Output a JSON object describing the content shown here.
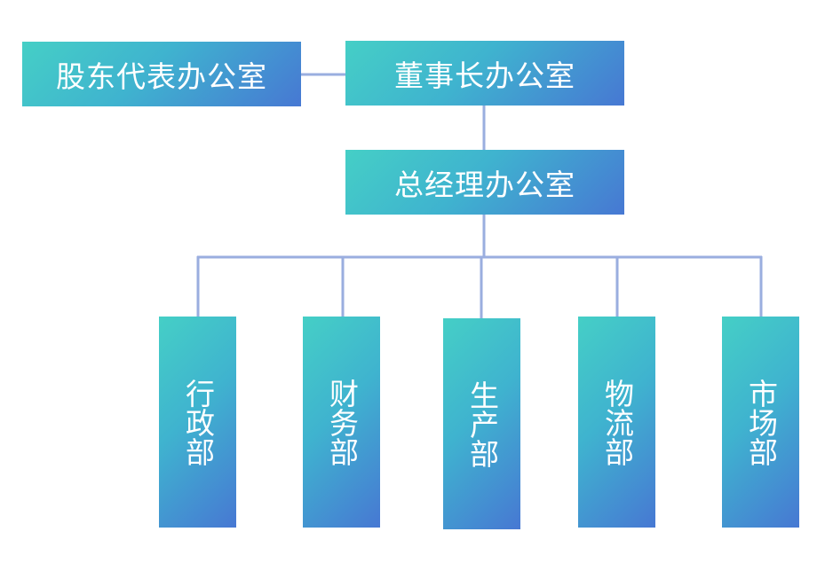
{
  "top_row": {
    "shareholder_office": "股东代表办公室",
    "chairman_office": "董事长办公室"
  },
  "general_manager_office": "总经理办公室",
  "departments": [
    {
      "label": "行政部"
    },
    {
      "label": "财务部"
    },
    {
      "label": "生产部"
    },
    {
      "label": "物流部"
    },
    {
      "label": "市场部"
    }
  ],
  "colors": {
    "connector": "#9aaedf",
    "box_gradient_start": "#45cfc6",
    "box_gradient_end": "#4778d3",
    "text": "#ffffff"
  }
}
